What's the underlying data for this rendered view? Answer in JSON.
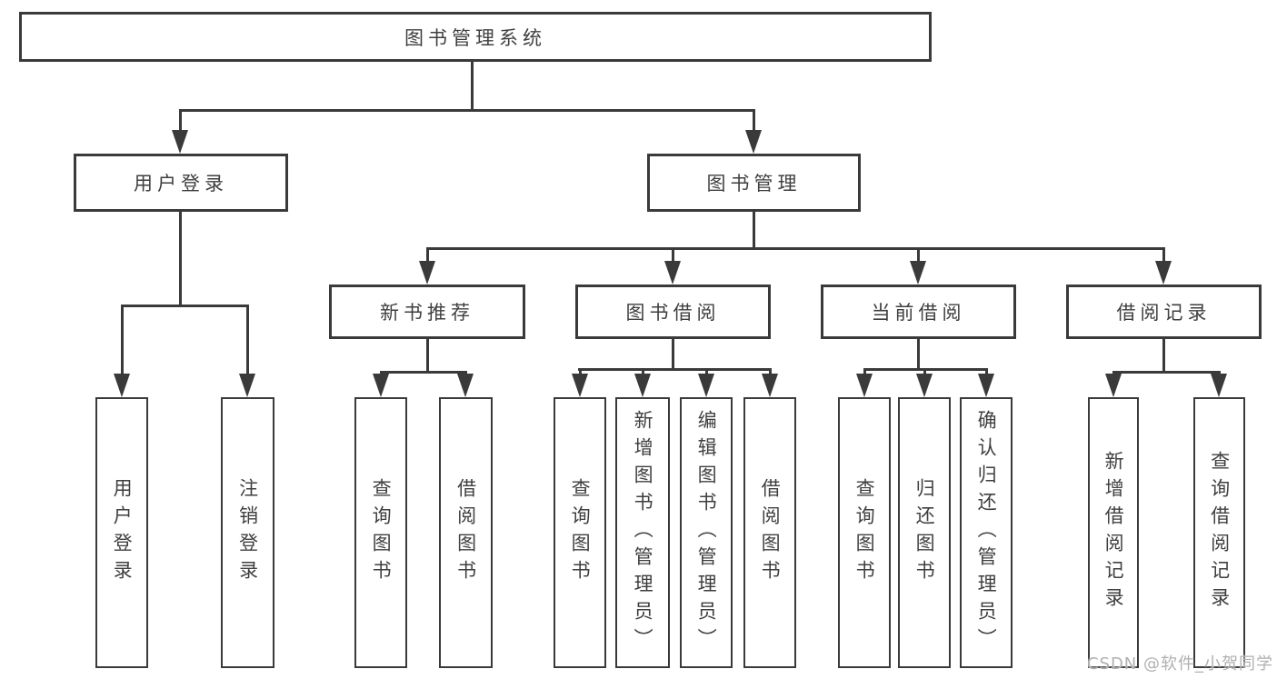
{
  "tree": {
    "label": "图书管理系统",
    "children": [
      {
        "label": "用户登录",
        "children": [
          {
            "label": "用户登录"
          },
          {
            "label": "注销登录"
          }
        ]
      },
      {
        "label": "图书管理",
        "children": [
          {
            "label": "新书推荐",
            "children": [
              {
                "label": "查询图书"
              },
              {
                "label": "借阅图书"
              }
            ]
          },
          {
            "label": "图书借阅",
            "children": [
              {
                "label": "查询图书"
              },
              {
                "label": "新增图书（管理员）"
              },
              {
                "label": "编辑图书（管理员）"
              },
              {
                "label": "借阅图书"
              }
            ]
          },
          {
            "label": "当前借阅",
            "children": [
              {
                "label": "查询图书"
              },
              {
                "label": "归还图书"
              },
              {
                "label": "确认归还（管理员）"
              }
            ]
          },
          {
            "label": "借阅记录",
            "children": [
              {
                "label": "新增借阅记录"
              },
              {
                "label": "查询借阅记录"
              }
            ]
          }
        ]
      }
    ]
  },
  "watermark": {
    "text": "CSDN @软件_小贺同学"
  },
  "colors": {
    "line": "#3a3a3a",
    "text": "#3f3f3f",
    "box_fill": "#ffffff",
    "watermark_text": "#b0b0b0",
    "background": "#ffffff"
  }
}
